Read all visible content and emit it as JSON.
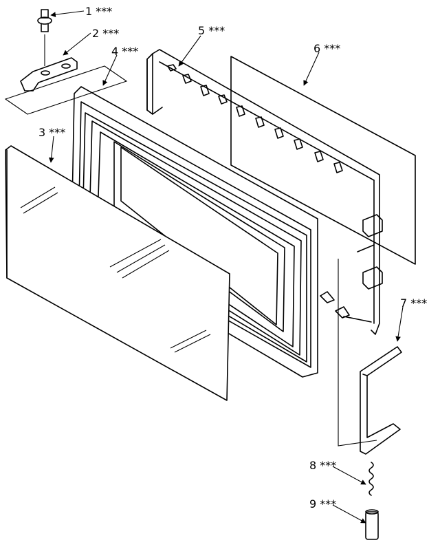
{
  "callouts": [
    {
      "id": "1",
      "text": "1 ***"
    },
    {
      "id": "2",
      "text": "2 ***"
    },
    {
      "id": "3",
      "text": "3 ***"
    },
    {
      "id": "4",
      "text": "4 ***"
    },
    {
      "id": "5",
      "text": "5 ***"
    },
    {
      "id": "6",
      "text": "6 ***"
    },
    {
      "id": "7",
      "text": "7 ***"
    },
    {
      "id": "8",
      "text": "8 ***"
    },
    {
      "id": "9",
      "text": "9 ***"
    }
  ]
}
